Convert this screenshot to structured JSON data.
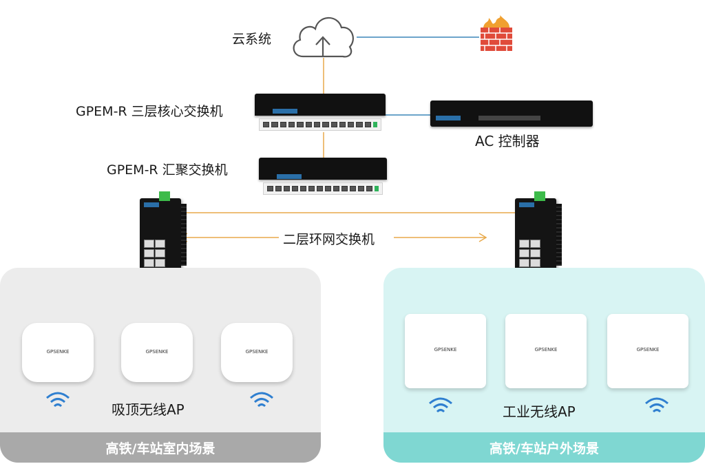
{
  "labels": {
    "cloud": "云系统",
    "core": "GPEM-R 三层核心交换机",
    "ac": "AC 控制器",
    "agg": "GPEM-R 汇聚交换机",
    "ring": "二层环网交换机",
    "ceiling_ap": "吸顶无线AP",
    "industrial_ap": "工业无线AP"
  },
  "scenes": {
    "indoor": "高铁/车站室内场景",
    "outdoor": "高铁/车站户外场景"
  },
  "ap_brand": "GPSENKE",
  "colors": {
    "link": "#3a86b8",
    "ring": "#e8a94a",
    "indoor_footer": "#a9a9a9",
    "outdoor_footer": "#7fd7d2",
    "wifi": "#2f7fd0",
    "firewall": "#e04b3a"
  },
  "icons": [
    "cloud-upload-icon",
    "firewall-icon",
    "wifi-icon"
  ]
}
